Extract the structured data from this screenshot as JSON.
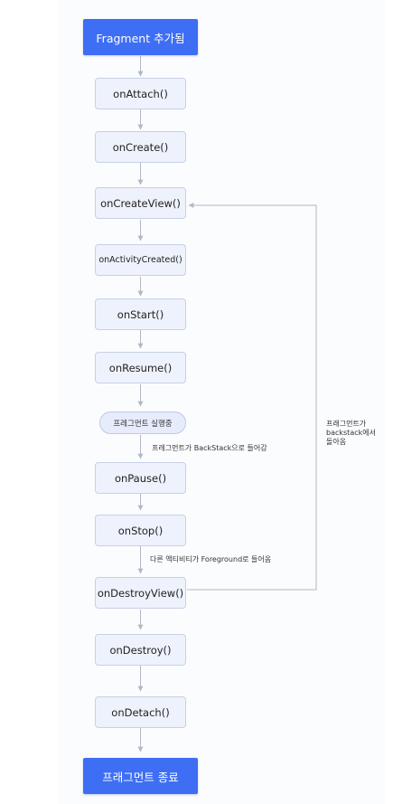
{
  "nodes": {
    "fragment_added": "Fragment 추가됨",
    "on_attach": "onAttach()",
    "on_create": "onCreate()",
    "on_create_view": "onCreateView()",
    "on_activity_created": "onActivityCreated()",
    "on_start": "onStart()",
    "on_resume": "onResume()",
    "fragment_running": "프레그먼트 실행중",
    "on_pause": "onPause()",
    "on_stop": "onStop()",
    "on_destroy_view": "onDestroyView()",
    "on_destroy": "onDestroy()",
    "on_detach": "onDetach()",
    "fragment_ended": "프래그먼트 종료"
  },
  "edge_labels": {
    "to_backstack": "프레그먼트가 BackStack으로 들어감",
    "other_activity_foreground": "다른 액티비티가 Foreground로 들어옴",
    "return_from_backstack": [
      "프래그먼트가",
      "backstack에서",
      "돌아옴"
    ]
  },
  "colors": {
    "terminal": "#3d6ef4",
    "step_fill": "#eef2fc",
    "step_border": "#c8d0e6",
    "connector": "#b3b8c3"
  }
}
